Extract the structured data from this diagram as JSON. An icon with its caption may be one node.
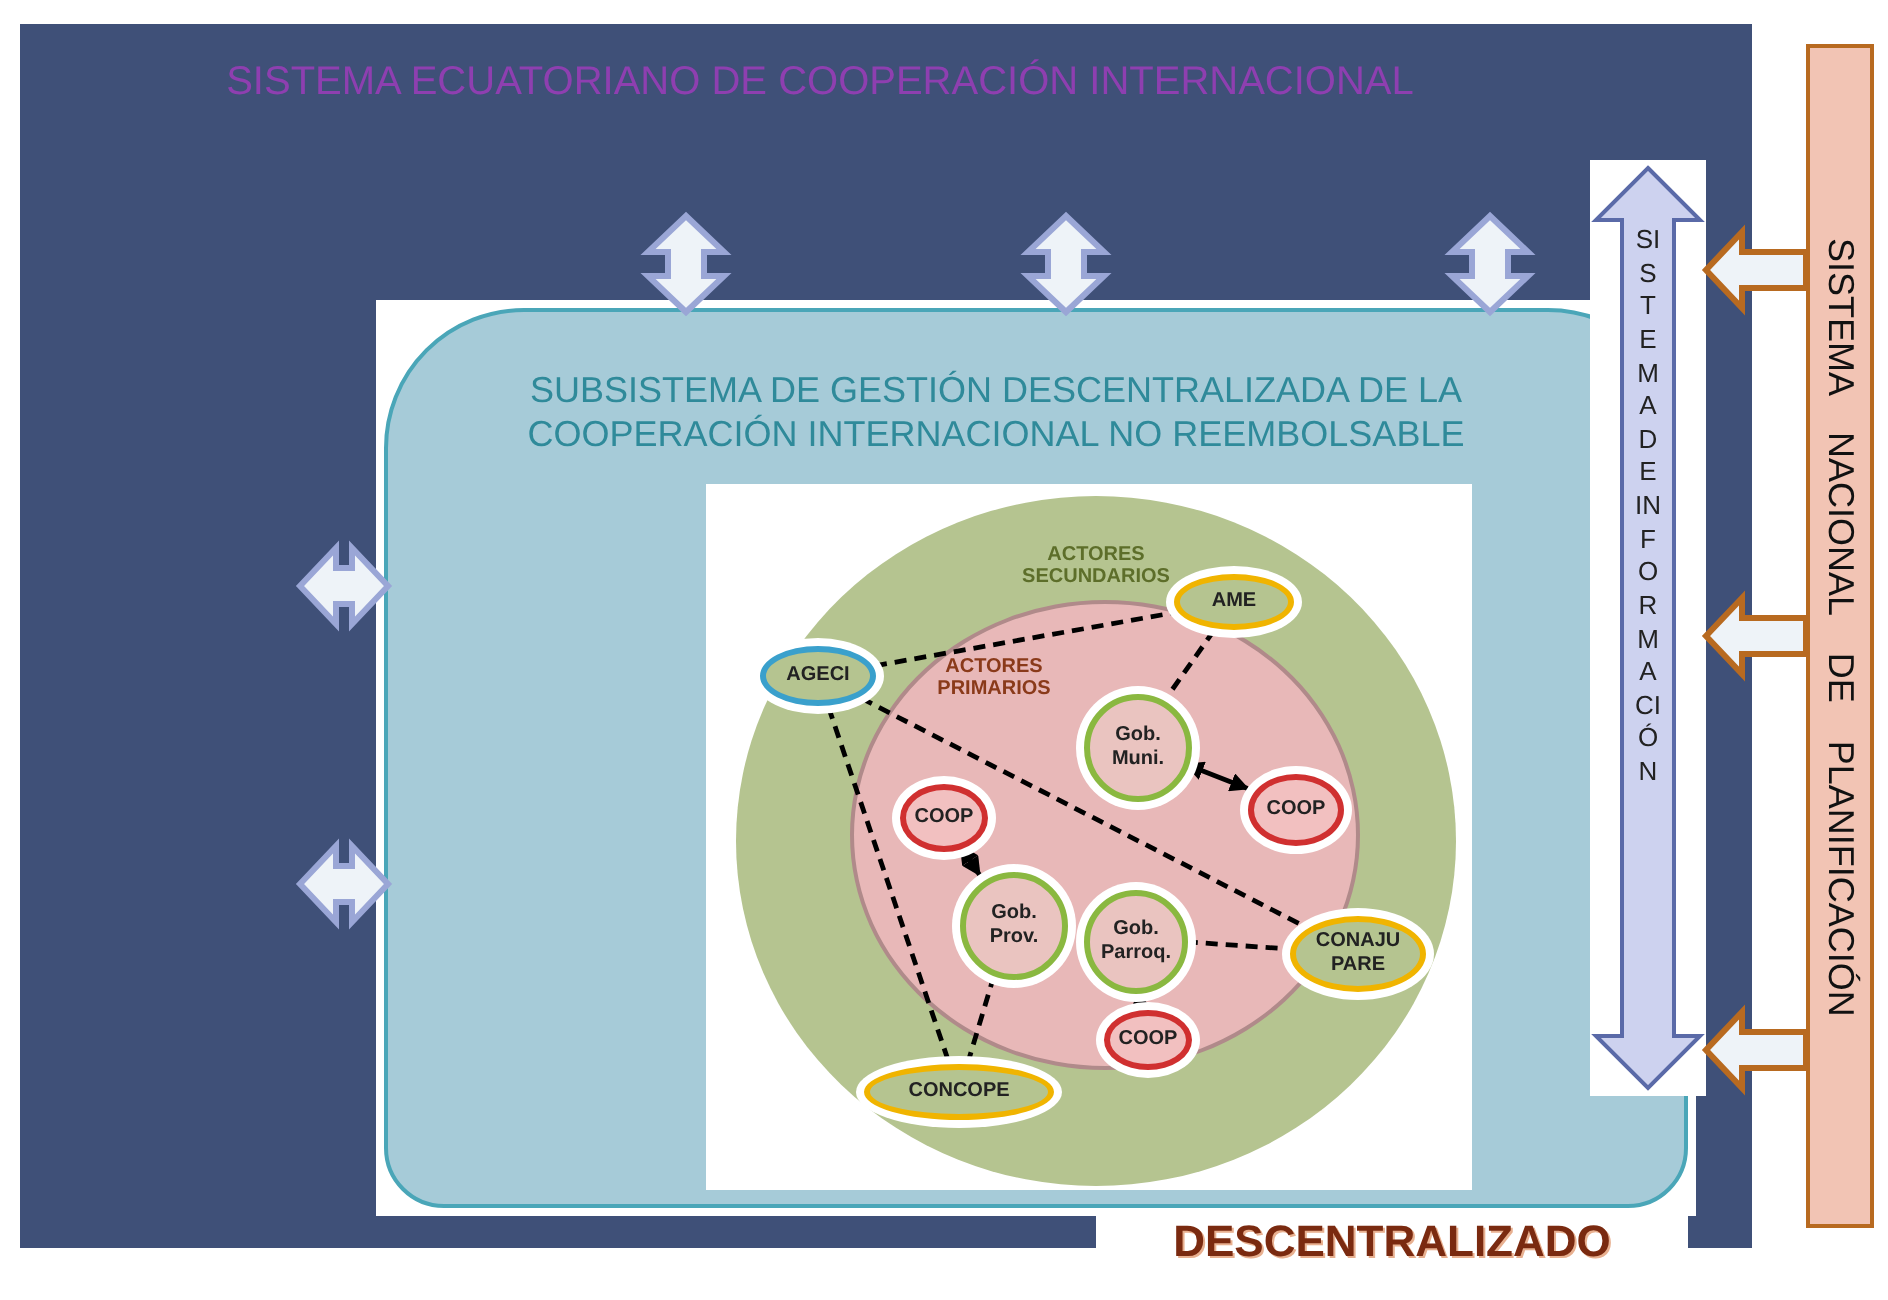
{
  "diagram": {
    "nodes": [
      {
        "text": [
          "SISTEMA ECUATORIANO DE COOPERACIÓN INTERNACIONAL"
        ]
      },
      {
        "text": [
          "SUBSISTEMA DE GESTIÓN DESCENTRALIZADA DE LA COOPERACIÓN INTERNACIONAL NO REEMBOLSABLE"
        ],
        "in": 0
      },
      {
        "text": [
          "ACTORES SECUNDARIOS"
        ],
        "in": 1
      },
      {
        "text": [
          "ACTORES PRIMARIOS"
        ],
        "in": 2
      },
      {
        "text": [
          "AME"
        ],
        "in": 2
      },
      {
        "text": [
          "AGECI"
        ],
        "in": 2
      },
      {
        "text": [
          "COOP"
        ],
        "in": 3
      },
      {
        "text": [
          "Gob. Muni."
        ],
        "in": 3
      },
      {
        "text": [
          "COOP"
        ],
        "in": 3
      },
      {
        "text": [
          "Gob. Prov."
        ],
        "in": 3
      },
      {
        "text": [
          "Gob. Parroq."
        ],
        "in": 3
      },
      {
        "text": [
          "CONAJU PARE"
        ],
        "in": 2
      },
      {
        "text": [
          "COOP"
        ],
        "in": 3
      },
      {
        "text": [
          "CONCOPE"
        ],
        "in": 2
      },
      {
        "text": [
          "SISTEMA DE INFORMACIÓN"
        ],
        "in": 0
      },
      {
        "text": [
          "SISTEMA NACIONAL DE PLANIFICACIÓN"
        ]
      }
    ],
    "edges": [
      {
        "from": null,
        "to": 1,
        "arrow": "both",
        "style": "thick",
        "color": "#9aa6d6"
      },
      {
        "from": null,
        "to": 1,
        "arrow": "both",
        "style": "thick",
        "color": "#9aa6d6"
      },
      {
        "from": null,
        "to": 1,
        "arrow": "both",
        "style": "thick",
        "color": "#9aa6d6"
      },
      {
        "from": null,
        "to": 1,
        "arrow": "both",
        "style": "thick",
        "color": "#9aa6d6"
      },
      {
        "from": null,
        "to": 1,
        "arrow": "both",
        "style": "thick",
        "color": "#9aa6d6"
      },
      {
        "from": 15,
        "to": 14,
        "arrow": "to",
        "style": "thick",
        "color": "#b86a20"
      },
      {
        "from": 15,
        "to": 14,
        "arrow": "to",
        "style": "thick",
        "color": "#b86a20"
      },
      {
        "from": 15,
        "to": 14,
        "arrow": "to",
        "style": "thick",
        "color": "#b86a20"
      },
      {
        "from": 5,
        "to": 4,
        "arrow": "none",
        "style": "dashed"
      },
      {
        "from": 5,
        "to": 13,
        "arrow": "none",
        "style": "dashed"
      },
      {
        "from": 5,
        "to": 11,
        "arrow": "none",
        "style": "dashed"
      },
      {
        "from": 4,
        "to": 7,
        "arrow": "none",
        "style": "dashed"
      },
      {
        "from": 10,
        "to": 11,
        "arrow": "none",
        "style": "dashed"
      },
      {
        "from": 9,
        "to": 13,
        "arrow": "none",
        "style": "dashed"
      },
      {
        "from": 6,
        "to": 9,
        "arrow": "both"
      },
      {
        "from": 7,
        "to": 8,
        "arrow": "both"
      },
      {
        "from": 10,
        "to": 12,
        "arrow": "both"
      }
    ],
    "labels": [
      "DESCENTRALIZADO"
    ]
  }
}
